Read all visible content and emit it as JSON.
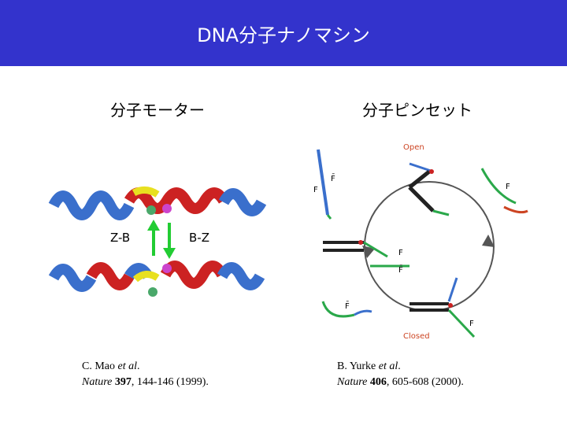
{
  "header": {
    "title": "DNA分子ナノマシン",
    "bg_color": "#3333cc"
  },
  "left": {
    "heading": "分子モーター",
    "label_zb": "Z-B",
    "label_bz": "B-Z",
    "citation": {
      "authors": "C. Mao ",
      "etal": "et al",
      "dot": ".",
      "journal": "Nature ",
      "volume": "397",
      "pages": ", 144-146 (1999)."
    }
  },
  "right": {
    "heading": "分子ピンセット",
    "open_label": "Open",
    "closed_label": "Closed",
    "f_label": "F",
    "fbar_label": "F̄",
    "citation": {
      "authors": "B. Yurke ",
      "etal": "et al",
      "dot": ".",
      "journal": "Nature ",
      "volume": "406",
      "pages": ", 605-608 (2000)."
    }
  }
}
